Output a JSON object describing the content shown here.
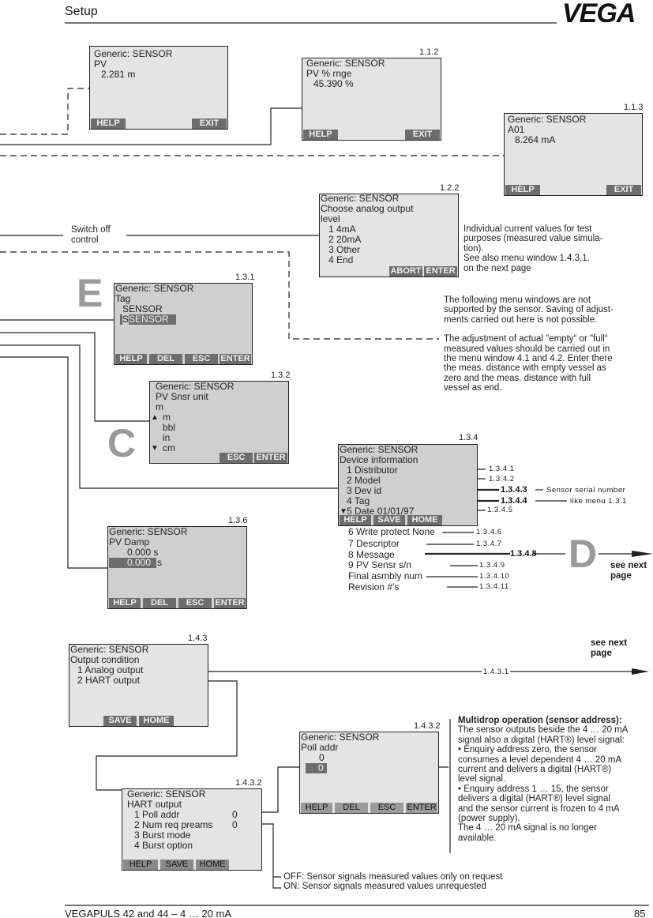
{
  "header": {
    "section": "Setup",
    "logo": "VEGA"
  },
  "footer": {
    "title": "VEGAPULS 42 and 44 – 4 … 20 mA",
    "page": "85"
  },
  "screens": {
    "s_pv": {
      "lines": [
        "Generic: SENSOR",
        "PV",
        "2.281 m"
      ],
      "keys": [
        "HELP",
        "EXIT"
      ]
    },
    "s112": {
      "num": "1.1.2",
      "lines": [
        "Generic: SENSOR",
        "PV % rnge",
        "45.390 %"
      ],
      "keys": [
        "HELP",
        "EXIT"
      ]
    },
    "s113": {
      "num": "1.1.3",
      "lines": [
        "Generic: SENSOR",
        "A01",
        "8.264 mA"
      ],
      "keys": [
        "HELP",
        "EXIT"
      ]
    },
    "s122": {
      "num": "1.2.2",
      "lines": [
        "Generic: SENSOR",
        "Choose analog output",
        "level",
        "1  4mA",
        "2  20mA",
        "3  Other",
        "4  End"
      ],
      "keys": [
        "ABORT",
        "ENTER"
      ]
    },
    "s131": {
      "num": "1.3.1",
      "lines": [
        "Generic: SENSOR",
        "Tag",
        "SENSOR"
      ],
      "edit": "SENSOR",
      "cursor": "S",
      "keys": [
        "HELP",
        "DEL",
        "ESC",
        "ENTER"
      ]
    },
    "s132": {
      "num": "1.3.2",
      "lines": [
        "Generic: SENSOR",
        "PV Snsr unit",
        "m",
        "m",
        "bbl",
        "in",
        "cm"
      ],
      "keys": [
        "ESC",
        "ENTER"
      ]
    },
    "s134": {
      "num": "1.3.4",
      "lines": [
        "Generic: SENSOR",
        "Device information",
        "1  Distributor",
        "2  Model",
        "3  Dev id",
        "4  Tag",
        "5  Date     01/01/97"
      ],
      "keys": [
        "HELP",
        "SAVE",
        "HOME"
      ]
    },
    "s136": {
      "num": "1.3.6",
      "lines": [
        "Generic: SENSOR",
        "PV Damp",
        "0.000 s"
      ],
      "edit": "0.000",
      "edit_unit": "s",
      "keys": [
        "HELP",
        "DEL",
        "ESC",
        "ENTER"
      ]
    },
    "s143": {
      "num": "1.4.3",
      "lines": [
        "Generic: SENSOR",
        "Output condition",
        "1  Analog output",
        "2  HART output"
      ],
      "keys": [
        "SAVE",
        "HOME"
      ]
    },
    "s1432a": {
      "num": "1.4.3.2",
      "lines": [
        "Generic: SENSOR",
        "Poll addr",
        "0"
      ],
      "edit": "0",
      "keys": [
        "HELP",
        "DEL",
        "ESC",
        "ENTER"
      ]
    },
    "s1432b": {
      "num": "1.4.3.2",
      "lines": [
        "Generic: SENSOR",
        "HART  output",
        "1  Poll addr",
        "2  Num req preams",
        "3  Burst mode",
        "4  Burst option"
      ],
      "values": [
        "0",
        "0"
      ],
      "keys": [
        "HELP",
        "SAVE",
        "HOME"
      ]
    }
  },
  "labels": {
    "switch_off": [
      "Switch off",
      "control"
    ],
    "individual": [
      "Individual current values for test",
      "purposes (measured value simula-",
      "tion).",
      "See also menu window 1.4.3.1.",
      "on the next page"
    ],
    "following": [
      "The following menu windows are not",
      "supported by the sensor. Saving of adjust-",
      "ments carried out here is not possible.",
      "",
      "The adjustment of actual \"empty“ or \"full“",
      "measured values should be carried out in",
      "the menu window 4.1 and 4.2. Enter there",
      "the meas. distance with empty vessel as",
      "zero and the meas. distance with full",
      "vessel as end."
    ],
    "letters": [
      "E",
      "C",
      "D"
    ],
    "see_next_page_1": [
      "see next",
      "page"
    ],
    "see_next_page_2": [
      "see next",
      "page"
    ],
    "ref_1341": "1.3.4.1",
    "ref_1342": "1.3.4.2",
    "ref_1343": "1.3.4.3",
    "ref_1344": "1.3.4.4",
    "ref_1345": "1.3.4.5",
    "sensor_serial": "Sensor serial number",
    "like_menu": "like menu 1.3.1",
    "more_items": [
      "6   Write protect None",
      "7   Descriptor",
      "8   Message",
      "9   PV Sensr s/n",
      "     Final asmbly num",
      "     Revision #'s"
    ],
    "more_refs": [
      "1.3.4.6",
      "1.3.4.7",
      "1.3.4.8",
      "1.3.4.9",
      "1.3.4.10",
      "1.3.4.11"
    ],
    "ref_1431": "1.4.3.1",
    "off_on": [
      "OFF:  Sensor signals measured values only on request",
      "ON:  Sensor signals measured values unrequested"
    ]
  },
  "multidrop": {
    "title": "Multidrop operation (sensor address):",
    "lines": [
      "The sensor outputs beside the 4 … 20 mA",
      "signal also a digital (HART®) level signal:",
      "• Enquiry address zero, the sensor",
      "   consumes a level dependent 4 … 20 mA",
      "   current and delivers a digital (HART®)",
      "   level signal.",
      "• Enquiry address 1 … 15, the sensor",
      "   delivers a digital (HART®) level signal",
      "   and the sensor current is frozen to 4 mA",
      "   (power supply).",
      "   The 4 … 20 mA signal is no longer",
      "   available."
    ]
  }
}
